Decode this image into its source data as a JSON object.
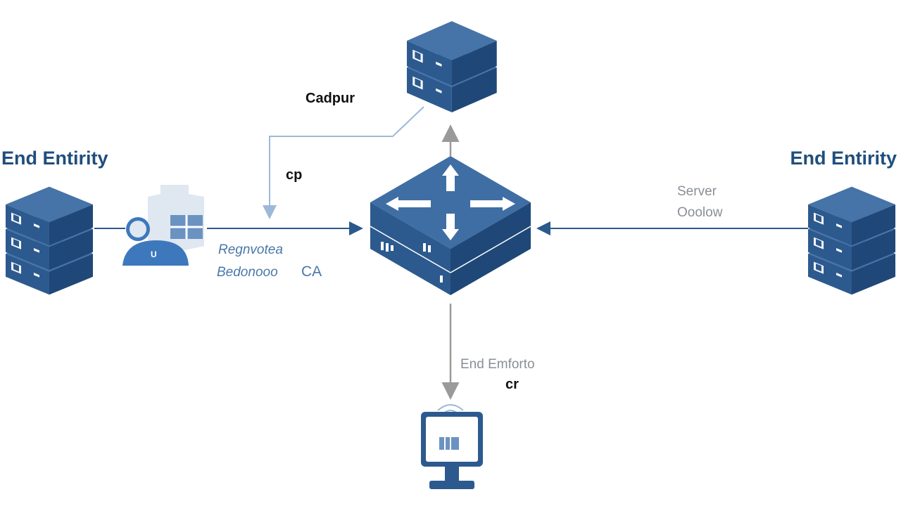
{
  "labels": {
    "end_entity_left": "End Entirity",
    "end_entity_right": "End Entirity",
    "top_label": "Cadpur",
    "cp_label": "cp",
    "registration_line1": "Regnvotea",
    "registration_line2": "Bedonooo",
    "ca_label": "CA",
    "server_line1": "Server",
    "server_line2": "Ooolow",
    "bottom_line1": "End Emforto",
    "bottom_line2": "cr"
  },
  "icons": {
    "left_server": "server-stack-icon",
    "right_server": "server-stack-icon",
    "top_server": "server-stack-icon",
    "hub": "network-switch-icon",
    "user": "user-document-icon",
    "monitor": "wireless-monitor-icon"
  },
  "colors": {
    "server_top": "#3f6ea4",
    "server_front": "#2d5a8e",
    "server_side": "#1f4878",
    "line_blue": "#2a5a8c",
    "line_light": "#9cb9d8",
    "line_gray": "#9a9a9a",
    "label_dark": "#1f4e7d"
  }
}
